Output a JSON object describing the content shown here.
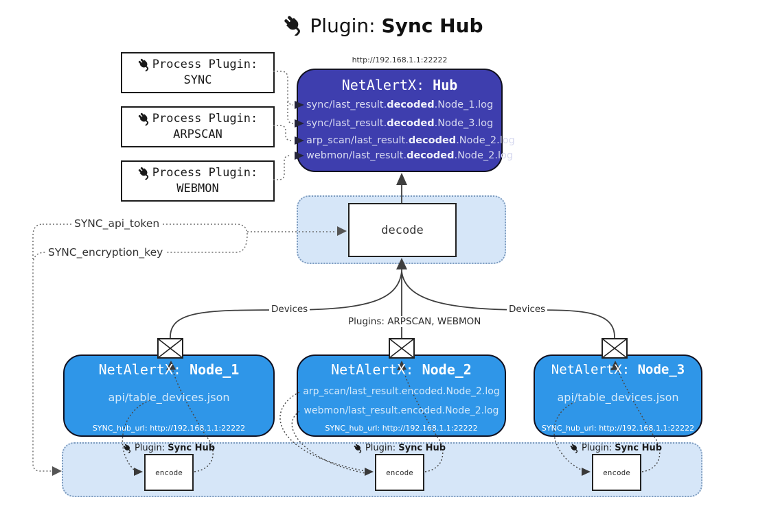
{
  "title": {
    "icon": "plug-icon",
    "text": "Plugin: ",
    "name": "Sync Hub"
  },
  "process_plugins": [
    {
      "title": "Process Plugin:",
      "name": "SYNC"
    },
    {
      "title": "Process Plugin:",
      "name": "ARPSCAN"
    },
    {
      "title": "Process Plugin:",
      "name": "WEBMON"
    }
  ],
  "hub": {
    "url": "http://192.168.1.1:22222",
    "title_prefix": "NetAlertX: ",
    "title_name": "Hub",
    "logs": [
      {
        "pre": "sync/last_result.",
        "bold": "decoded",
        "post": ".Node_1.log"
      },
      {
        "pre": "sync/last_result.",
        "bold": "decoded",
        "post": ".Node_3.log"
      },
      {
        "pre": "arp_scan/last_result.",
        "bold": "decoded",
        "post": ".Node_2.log"
      },
      {
        "pre": "webmon/last_result.",
        "bold": "decoded",
        "post": ".Node_2.log"
      }
    ]
  },
  "decode": {
    "label": "decode"
  },
  "settings": {
    "api_token": "SYNC_api_token",
    "encryption_key": "SYNC_encryption_key"
  },
  "edge_labels": {
    "devices_left": "Devices",
    "devices_right": "Devices",
    "plugins": "Plugins: ARPSCAN, WEBMON"
  },
  "nodes": [
    {
      "title_prefix": "NetAlertX: ",
      "title_name": "Node_1",
      "files": [
        "api/table_devices.json"
      ],
      "hub_url": "SYNC_hub_url: http://192.168.1.1:22222"
    },
    {
      "title_prefix": "NetAlertX: ",
      "title_name": "Node_2",
      "files": [
        "arp_scan/last_result.encoded.Node_2.log",
        "webmon/last_result.encoded.Node_2.log"
      ],
      "hub_url": "SYNC_hub_url: http://192.168.1.1:22222"
    },
    {
      "title_prefix": "NetAlertX: ",
      "title_name": "Node_3",
      "files": [
        "api/table_devices.json"
      ],
      "hub_url": "SYNC_hub_url: http://192.168.1.1:22222"
    }
  ],
  "encoders": [
    {
      "label": "Plugin: ",
      "name": "Sync Hub",
      "box": "encode"
    },
    {
      "label": "Plugin: ",
      "name": "Sync Hub",
      "box": "encode"
    },
    {
      "label": "Plugin: ",
      "name": "Sync Hub",
      "box": "encode"
    }
  ],
  "colors": {
    "hub_fill": "#3E3EAE",
    "node_fill": "#2F96E8",
    "panel_fill": "#D6E6F8",
    "panel_border": "#7D9BBE",
    "edge": "#3F3F3F"
  }
}
